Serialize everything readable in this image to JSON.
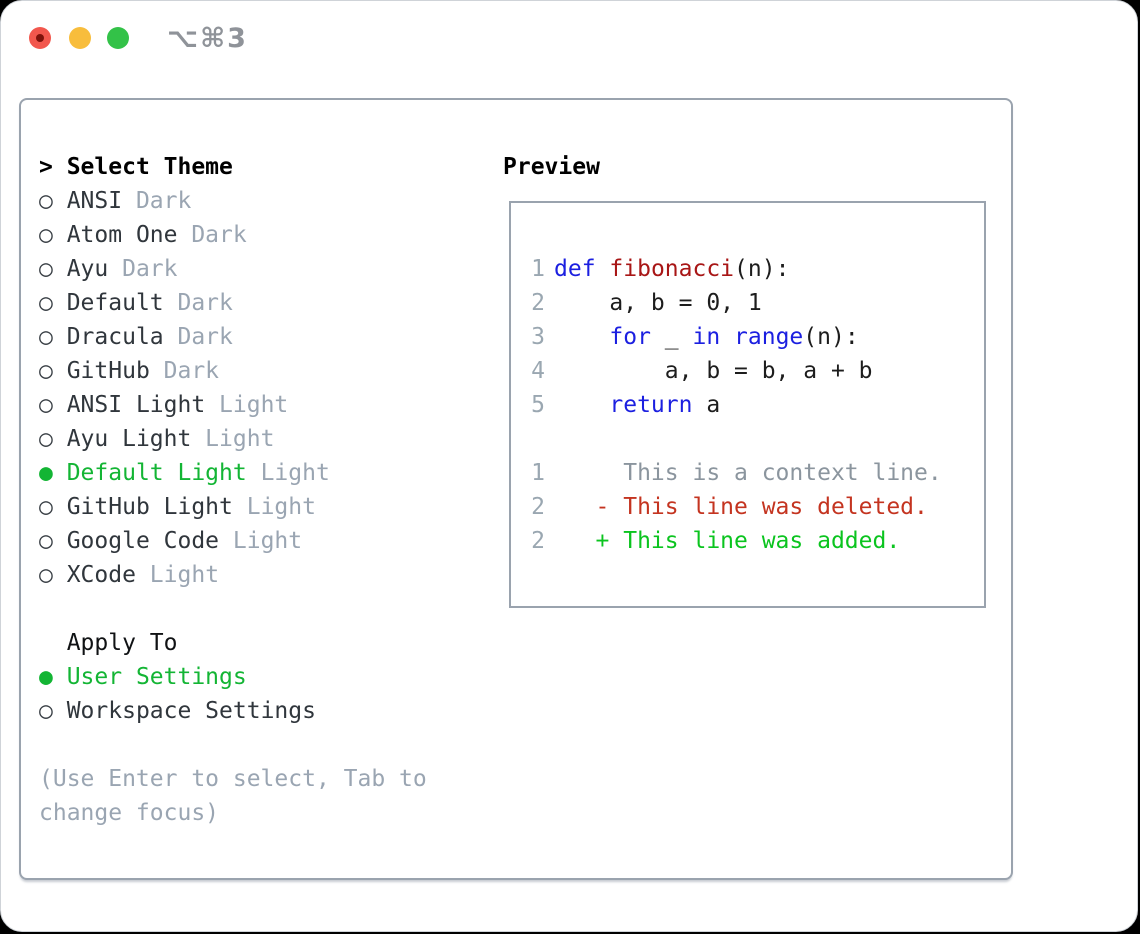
{
  "titlebar": {
    "shortcut": "⌥⌘3"
  },
  "theme_picker": {
    "prompt": ">",
    "title": "Select Theme",
    "radio_empty": "○",
    "radio_filled": "●",
    "items": [
      {
        "name": "ANSI",
        "variant": "Dark",
        "selected": false
      },
      {
        "name": "Atom One",
        "variant": "Dark",
        "selected": false
      },
      {
        "name": "Ayu",
        "variant": "Dark",
        "selected": false
      },
      {
        "name": "Default",
        "variant": "Dark",
        "selected": false
      },
      {
        "name": "Dracula",
        "variant": "Dark",
        "selected": false
      },
      {
        "name": "GitHub",
        "variant": "Dark",
        "selected": false
      },
      {
        "name": "ANSI Light",
        "variant": "Light",
        "selected": false
      },
      {
        "name": "Ayu Light",
        "variant": "Light",
        "selected": false
      },
      {
        "name": "Default Light",
        "variant": "Light",
        "selected": true
      },
      {
        "name": "GitHub Light",
        "variant": "Light",
        "selected": false
      },
      {
        "name": "Google Code",
        "variant": "Light",
        "selected": false
      },
      {
        "name": "XCode",
        "variant": "Light",
        "selected": false
      }
    ]
  },
  "apply_to": {
    "title": "Apply To",
    "options": [
      {
        "label": "User Settings",
        "selected": true
      },
      {
        "label": "Workspace Settings",
        "selected": false
      }
    ]
  },
  "hint": "(Use Enter to select, Tab to change focus)",
  "preview": {
    "title": "Preview",
    "lines": [
      {
        "type": "code",
        "num": "1",
        "segments": [
          {
            "t": "def",
            "c": "kw"
          },
          {
            "t": " "
          },
          {
            "t": "fibonacci",
            "c": "fn"
          },
          {
            "t": "(n):"
          }
        ]
      },
      {
        "type": "code",
        "num": "2",
        "segments": [
          {
            "t": "    a, b = 0, 1"
          }
        ]
      },
      {
        "type": "code",
        "num": "3",
        "segments": [
          {
            "t": "    "
          },
          {
            "t": "for",
            "c": "kw"
          },
          {
            "t": " _ "
          },
          {
            "t": "in",
            "c": "kw"
          },
          {
            "t": " "
          },
          {
            "t": "range",
            "c": "kw"
          },
          {
            "t": "(n):"
          }
        ]
      },
      {
        "type": "code",
        "num": "4",
        "segments": [
          {
            "t": "        a, b = b, a + b"
          }
        ]
      },
      {
        "type": "code",
        "num": "5",
        "segments": [
          {
            "t": "    "
          },
          {
            "t": "return",
            "c": "kw"
          },
          {
            "t": " a"
          }
        ]
      },
      {
        "type": "blank"
      },
      {
        "type": "context",
        "num": "1",
        "segments": [
          {
            "t": "     This is a context line.",
            "c": "ctx"
          }
        ]
      },
      {
        "type": "deleted",
        "num": "2",
        "segments": [
          {
            "t": "   - This line was deleted.",
            "c": "del"
          }
        ]
      },
      {
        "type": "added",
        "num": "2",
        "segments": [
          {
            "t": "   + This line was added.",
            "c": "add"
          }
        ]
      }
    ]
  },
  "colors": {
    "ui_green": "#13b534",
    "keyword_blue": "#1b1fe0",
    "function_red": "#a81616",
    "diff_deleted_red": "#c43420",
    "diff_added_green": "#0bc41f",
    "context_gray": "#8b959e",
    "line_number_gray": "#9aa7b1",
    "muted_gray": "#9aa5b2",
    "item_text": "#30363c",
    "panel_border": "#9aa3ae",
    "traffic_red": "#f2574d",
    "traffic_red_dot": "#7e120b",
    "traffic_yellow": "#f8bd3c",
    "traffic_green": "#33c248",
    "shortcut_gray": "#8f9399"
  }
}
